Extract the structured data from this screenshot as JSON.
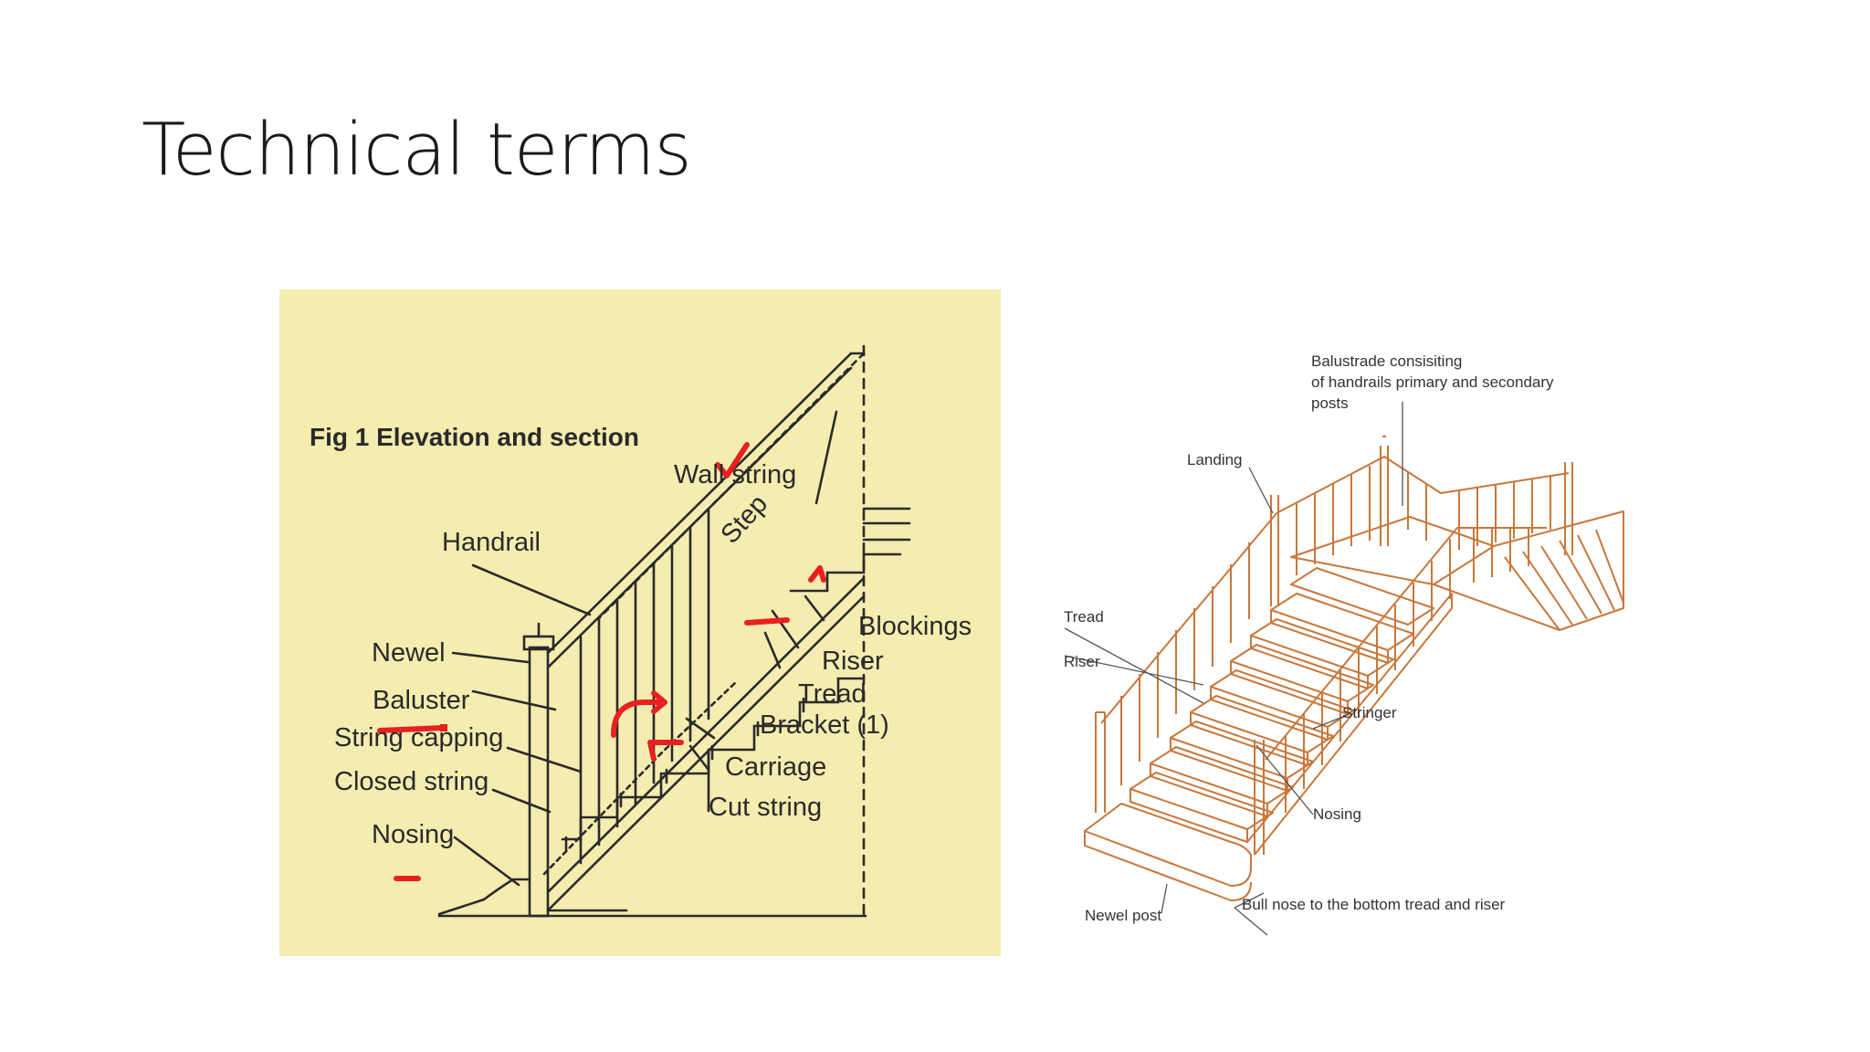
{
  "slide": {
    "title": "Technical terms"
  },
  "figure1": {
    "caption": "Fig 1 Elevation and section",
    "labels": {
      "wall_string": "Wall string",
      "step": "Step",
      "handrail": "Handrail",
      "blockings": "Blockings",
      "newel": "Newel",
      "riser": "Riser",
      "tread": "Tread",
      "baluster": "Baluster",
      "bracket": "Bracket (1)",
      "string_capping": "String capping",
      "carriage": "Carriage",
      "closed_string": "Closed string",
      "cut_string": "Cut string",
      "nosing": "Nosing"
    },
    "colors": {
      "background": "#f5ecb0",
      "ink": "#2a2a2a",
      "annotation": "#e8201f"
    }
  },
  "figure2": {
    "labels": {
      "balustrade": [
        "Balustrade consisiting",
        "of handrails primary and secondary",
        "posts"
      ],
      "landing": "Landing",
      "tread": "Tread",
      "riser": "Riser",
      "stringer": "Stringer",
      "nosing": "Nosing",
      "newel_post": "Newel post",
      "bull_nose": "Bull nose to the bottom tread and riser"
    },
    "colors": {
      "stair_line": "#c9773b",
      "label": "#333333"
    }
  }
}
